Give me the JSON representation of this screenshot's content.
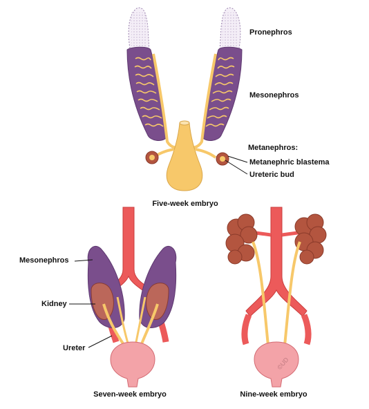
{
  "panels": {
    "five_week": {
      "caption": "Five-week embryo",
      "labels": {
        "pronephros": "Pronephros",
        "mesonephros": "Mesonephros",
        "metanephros": "Metanephros:",
        "metanephric_blastema": "Metanephric blastema",
        "ureteric_bud": "Ureteric bud"
      }
    },
    "seven_week": {
      "caption": "Seven-week embryo",
      "labels": {
        "mesonephros": "Mesonephros",
        "kidney": "Kidney",
        "ureter": "Ureter"
      }
    },
    "nine_week": {
      "caption": "Nine-week embryo"
    }
  },
  "colors": {
    "mesonephros_purple": "#7a4e8c",
    "duct_yellow": "#f7c86a",
    "artery_red": "#ec5a5a",
    "kidney_brown": "#b3553f",
    "bladder_pink": "#f3a3a8"
  },
  "watermark": "©UD"
}
